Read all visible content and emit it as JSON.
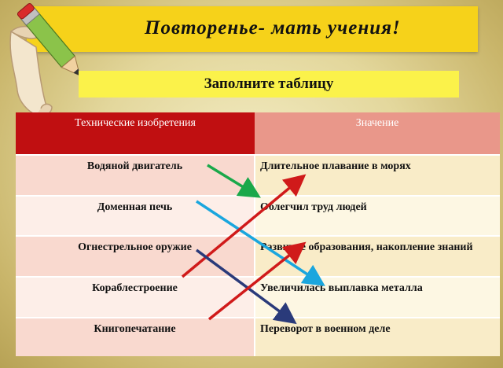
{
  "title": "Повторенье- мать учения!",
  "subtitle": "Заполните таблицу",
  "table": {
    "headers": [
      "Технические изобретения",
      "Значение"
    ],
    "rows": [
      {
        "left": "Водяной двигатель",
        "right": "Длительное плавание в морях"
      },
      {
        "left": "Доменная печь",
        "right": "Облегчил труд людей"
      },
      {
        "left": "Огнестрельное оружие",
        "right": "Развитие образования, накопление знаний"
      },
      {
        "left": "Кораблестроение",
        "right": "Увеличилась выплавка металла"
      },
      {
        "left": "Книгопечатание",
        "right": "Переворот в военном деле"
      }
    ]
  },
  "arrow_colors": {
    "green": "#1aa84a",
    "blue": "#1aa6de",
    "red": "#d01a1a",
    "navy": "#2a3a7a"
  }
}
